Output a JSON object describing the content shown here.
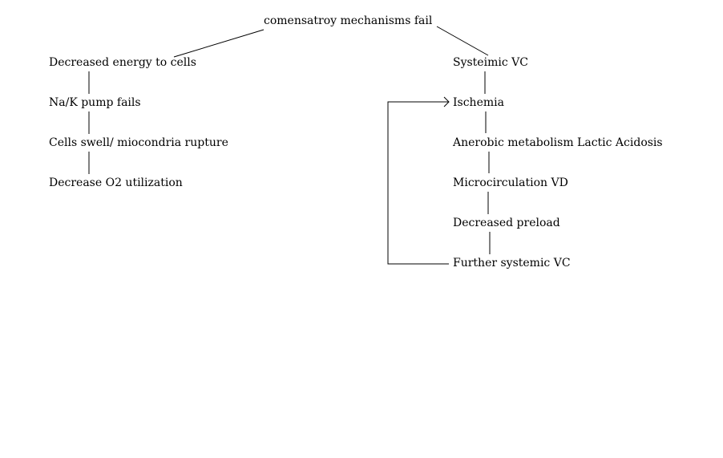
{
  "diagram": {
    "root": "comensatroy mechanisms fail",
    "left_branch": [
      "Decreased energy to cells",
      "Na/K pump fails",
      "Cells swell/ miocondria rupture",
      "Decrease O2 utilization"
    ],
    "right_branch": [
      "Systeimic VC",
      "Ischemia",
      "Anerobic metabolism Lactic Acidosis",
      "Microcirculation VD",
      "Decreased preload",
      "Further systemic VC"
    ],
    "colors": {
      "background": "#ffffff",
      "ink": "#000000"
    }
  }
}
